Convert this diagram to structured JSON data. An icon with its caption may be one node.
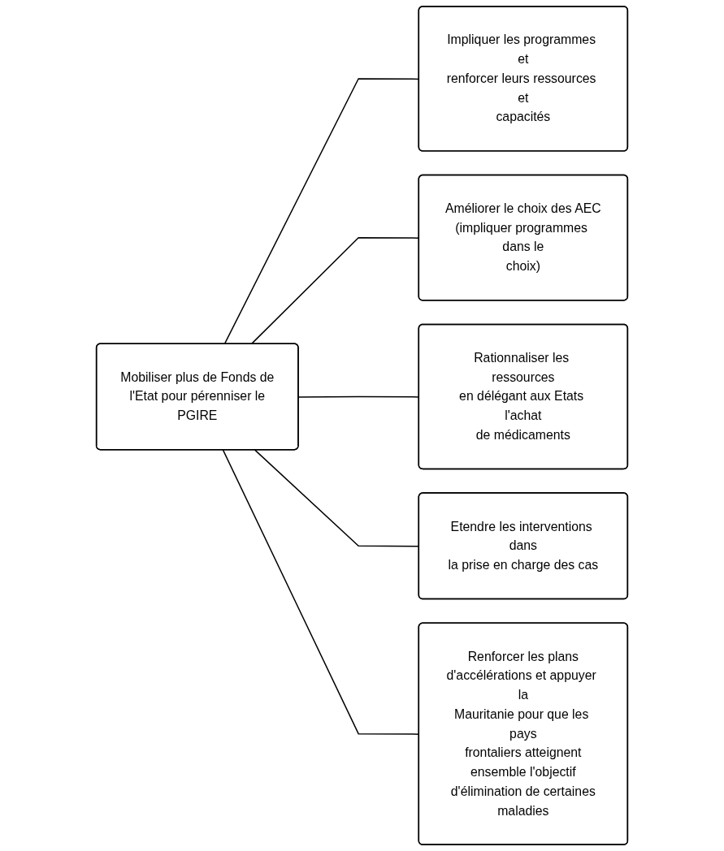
{
  "diagram": {
    "nodes": [
      {
        "text": [
          "Mobiliser plus de Fonds de l'Etat pour pérenniser le PGIRE"
        ]
      },
      {
        "text": [
          "Impliquer les programmes et renforcer leurs ressources et capacités"
        ]
      },
      {
        "text": [
          "Améliorer le choix des AEC (impliquer programmes dans le choix)"
        ]
      },
      {
        "text": [
          "Rationnaliser les ressources en délégant aux Etats l'achat de médicaments"
        ]
      },
      {
        "text": [
          "Etendre les interventions dans la prise en charge des cas"
        ]
      },
      {
        "text": [
          "Renforcer les plans d'accélérations et appuyer la Mauritanie pour que les pays frontaliers atteignent ensemble l'objectif d'élimination de certaines maladies"
        ]
      }
    ],
    "edges": [
      {
        "from": 0,
        "to": 1,
        "arrow": "none"
      },
      {
        "from": 0,
        "to": 2,
        "arrow": "none"
      },
      {
        "from": 0,
        "to": 3,
        "arrow": "none"
      },
      {
        "from": 0,
        "to": 4,
        "arrow": "none"
      },
      {
        "from": 0,
        "to": 5,
        "arrow": "none"
      }
    ]
  }
}
